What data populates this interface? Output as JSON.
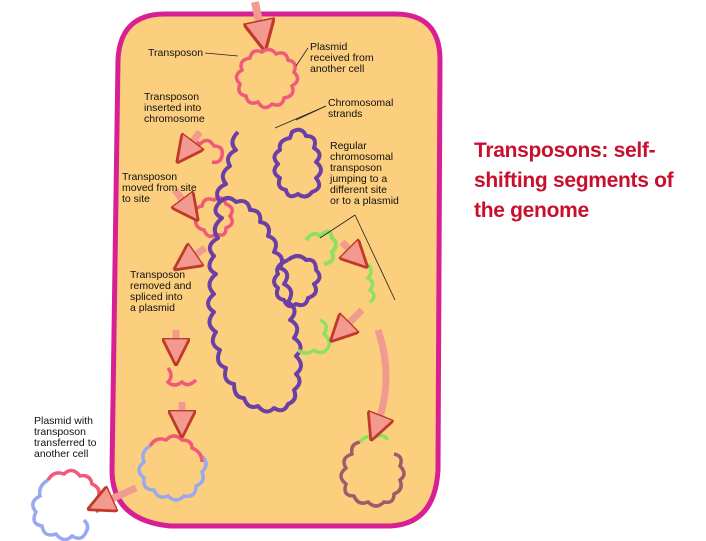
{
  "title": "Transposons: self-\nshifting segments of\nthe genome",
  "labels": {
    "transposon": "Transposon",
    "plasmid_received": "Plasmid\nreceived from\nanother cell",
    "inserted": "Transposon\ninserted into\nchromosome",
    "chromosomal_strands": "Chromosomal\nstrands",
    "moved": "Transposon\nmoved from site\nto site",
    "regular": "Regular\nchromosomal\ntransposon\njumping to a\ndifferent site\nor to a plasmid",
    "removed": "Transposon\nremoved and\nspliced into\na plasmid",
    "transferred": "Plasmid with\ntransposon\ntransferred to\nanother cell"
  },
  "colors": {
    "cell_fill": "#fbcf7e",
    "cell_border": "#d81f93",
    "chromosome": "#6a3fa6",
    "transposon_pink": "#f0597a",
    "transposon_green": "#8fe060",
    "plasmid_blue": "#9aa8f0",
    "plasmid_brown": "#a05a6a",
    "arrow_fill": "#f29a90",
    "arrow_stroke": "#c0392b",
    "title_red": "#c8102e"
  }
}
